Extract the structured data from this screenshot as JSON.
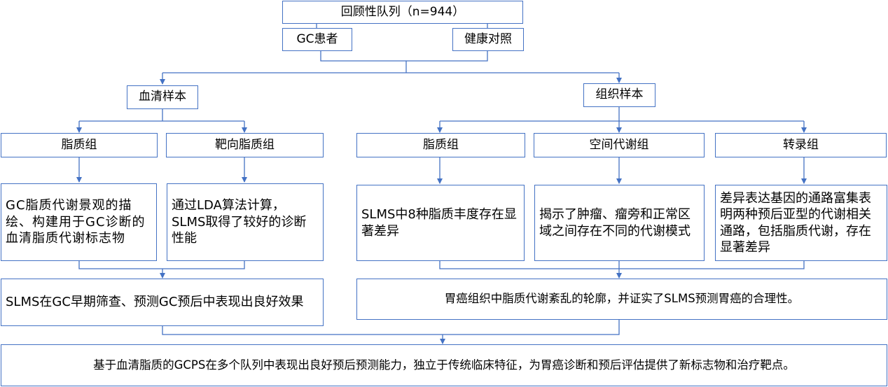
{
  "nodes": {
    "cohort": "回顾性队列（n=944）",
    "gc_patients": "GC患者",
    "healthy_controls": "健康对照",
    "serum_samples": "血清样本",
    "tissue_samples": "组织样本",
    "serum_lipidome": "脂质组",
    "targeted_lipidome": "靶向脂质组",
    "tissue_lipidome": "脂质组",
    "spatial_metabolome": "空间代谢组",
    "transcriptome": "转录组",
    "serum_lipidome_finding": "GC脂质代谢景观的描绘、构建用于GC诊断的血清脂质代谢标志物",
    "targeted_finding": "通过LDA算法计算，SLMS取得了较好的诊断性能",
    "tissue_lipidome_finding": "SLMS中8种脂质丰度存在显著差异",
    "spatial_finding": "揭示了肿瘤、瘤旁和正常区域之间存在不同的代谢模式",
    "transcriptome_finding": "差异表达基因的通路富集表明两种预后亚型的代谢相关通路，包括脂质代谢，存在显著差异",
    "serum_summary": "SLMS在GC早期筛查、预测GC预后中表现出良好效果",
    "tissue_summary": "胃癌组织中脂质代谢紊乱的轮廓，并证实了SLMS预测胃癌的合理性。",
    "final_conclusion": "基于血清脂质的GCPS在多个队列中表现出良好预后预测能力，独立于传统临床特征，为胃癌诊断和预后评估提供了新标志物和治疗靶点。"
  },
  "colors": {
    "border": "#4472c4",
    "arrow": "#4472c4"
  }
}
